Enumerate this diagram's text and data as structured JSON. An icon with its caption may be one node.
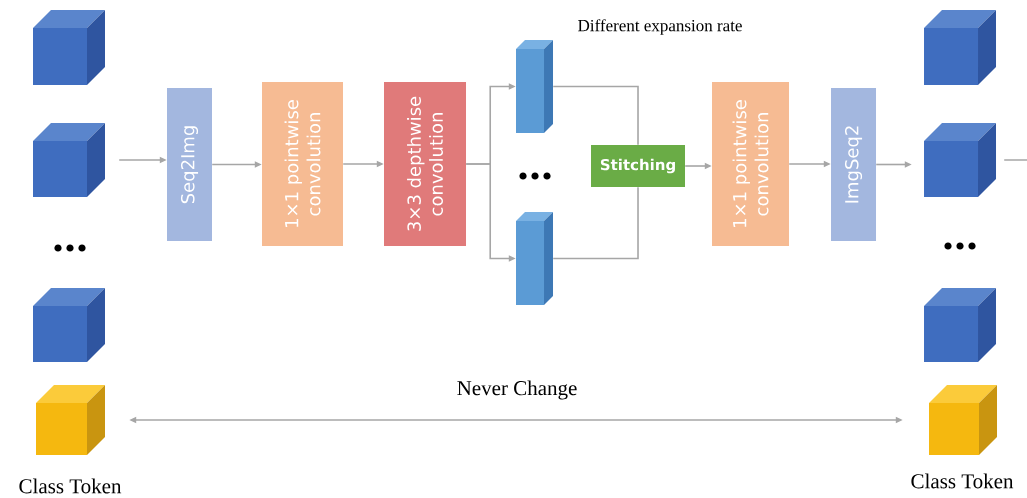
{
  "diagram": {
    "nodes": [
      {
        "text": [],
        "shape": "cube"
      },
      {
        "text": [],
        "shape": "cube"
      },
      {
        "text": [],
        "shape": "cube"
      },
      {
        "text": [],
        "shape": "cube",
        "beside": [
          "Class Token"
        ]
      },
      {
        "text": [
          "Seq2Img"
        ]
      },
      {
        "text": [
          "1×1 pointwise convolution"
        ]
      },
      {
        "text": [
          "3×3 depthwise convolution"
        ]
      },
      {
        "text": [],
        "shape": "bar",
        "beside": [
          "Different expansion rate"
        ]
      },
      {
        "text": [],
        "shape": "bar"
      },
      {
        "text": [
          "Stitching"
        ]
      },
      {
        "text": [
          "1×1 pointwise convolution"
        ]
      },
      {
        "text": [
          "ImgSeq2"
        ]
      },
      {
        "text": [],
        "shape": "cube"
      },
      {
        "text": [],
        "shape": "cube"
      },
      {
        "text": [],
        "shape": "cube"
      },
      {
        "text": [],
        "shape": "cube",
        "beside": [
          "Class Token"
        ]
      }
    ],
    "edges": [
      {
        "from": 1,
        "to": 4,
        "arrow": "to"
      },
      {
        "from": 4,
        "to": 5,
        "arrow": "to"
      },
      {
        "from": 5,
        "to": 6,
        "arrow": "to"
      },
      {
        "from": 6,
        "to": 7,
        "arrow": "to"
      },
      {
        "from": 6,
        "to": 8,
        "arrow": "to"
      },
      {
        "from": 7,
        "to": 9,
        "arrow": "none"
      },
      {
        "from": 8,
        "to": 9,
        "arrow": "none"
      },
      {
        "from": 9,
        "to": 10,
        "arrow": "to"
      },
      {
        "from": 10,
        "to": 11,
        "arrow": "to"
      },
      {
        "from": 11,
        "to": 13,
        "arrow": "to"
      },
      {
        "from": 13,
        "to": null,
        "arrow": "none"
      },
      {
        "from": 3,
        "to": 15,
        "arrow": "both",
        "label": "Never Change"
      }
    ]
  }
}
